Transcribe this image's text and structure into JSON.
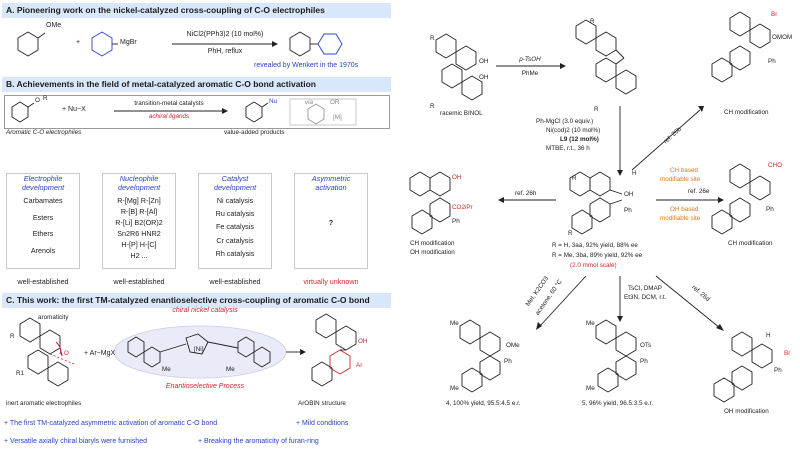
{
  "panels": {
    "a_title": "A. Pioneering work on the nickel-catalyzed cross-coupling of C-O electrophiles",
    "b_title": "B. Achievements in the field of metal-catalyzed aromatic C-O bond activation",
    "c_title": "C. This work: the first TM-catalyzed enantioselective cross-coupling of aromatic C-O bond"
  },
  "panel_a": {
    "ome": "OMe",
    "plus": "+",
    "mgbr": "MgBr",
    "catalyst": "NiCl2(PPh3)2 (10 mol%)",
    "solvent": "PhH, reflux",
    "credit": "revealed by Wenkert in the 1970s"
  },
  "panel_b": {
    "substrate_label": "Aromatic C-O electrophiles",
    "o_r": "O",
    "r_group": "R",
    "plus_nux": "+   Nu−X",
    "tm_cat": "transition-metal catalysts",
    "achiral": "achiral ligands",
    "nu": "Nu",
    "products": "value-added products",
    "via": "via",
    "or": "OR",
    "m": "[M]",
    "columns": [
      {
        "title_1": "Electrophile",
        "title_2": "development",
        "items": [
          "Carbamates",
          "Esters",
          "Ethers",
          "Arenols"
        ],
        "status": "well-established"
      },
      {
        "title_1": "Nucleophile",
        "title_2": "development",
        "items": [
          "R-[Mg]   R-[Zn]",
          "R-[B]     R-[Al]",
          "R-[Li]    B2(OR)2",
          "Sn2R6     HNR2",
          "H-[P]      H-[C]",
          "H2           ..."
        ],
        "status": "well-established"
      },
      {
        "title_1": "Catalyst",
        "title_2": "development",
        "items": [
          "Ni catalysis",
          "Ru catalysis",
          "Fe catalysis",
          "Cr catalysis",
          "Rh catalysis"
        ],
        "status": "well-established"
      },
      {
        "title_1": "Asymmetric",
        "title_2": "activation",
        "items": [
          "?"
        ],
        "status": "virtually unknown"
      }
    ]
  },
  "panel_c": {
    "aromaticity": "aromaticity",
    "r": "R",
    "r1": "R1",
    "o": "O",
    "plus_grignard": "+  Ar−MgX",
    "chiral_ni": "chiral nickel catalysis",
    "ni": "[Ni]",
    "me": "Me",
    "enantio": "Enantioselective Process",
    "inert": "inert aromatic electrophiles",
    "arobin": "ArOBIN structure",
    "oh": "OH",
    "ar": "Ar",
    "bullet_1": "+ The first TM-catalyzed asymmetric activation of  aromatic C-O bond",
    "bullet_2": "+ Mild conditions",
    "bullet_3": "+ Versatile axially chiral biaryls were furnished",
    "bullet_4": "+ Breaking the aromaticity of furan-ring"
  },
  "right": {
    "racemic": "racemic BINOL",
    "ptsoh": "p-TsOH",
    "phme": "PhMe",
    "oh": "OH",
    "r": "R",
    "cond_1": "Ph-MgCl (3.0 equiv.)",
    "cond_2": "Ni(cod)2 (10 mol%)",
    "cond_3": "L9 (12 mol%)",
    "cond_4": "MTBE, r.t., 36 h",
    "ref26b": "ref. 26b",
    "br": "Br",
    "omom": "OMOM",
    "ph": "Ph",
    "ch_mod": "CH modification",
    "ref26e": "ref. 26e",
    "cho": "CHO",
    "ch_based": "CH based",
    "modifiable_site": "modifiable site",
    "oh_based": "OH based",
    "h": "H",
    "ref26h": "ref. 26h",
    "ester": "CO2iPr",
    "ch_oh_mod_1": "CH modification",
    "ch_oh_mod_2": "OH modification",
    "yield_1": "R = H, 3aa, 92% yield, 88% ee",
    "yield_2": "R = Me, 3ba, 89% yield, 92% ee",
    "scale": "(2.0 mmol scale)",
    "meI_1": "MeI, K2CO3",
    "meI_2": "acetone, 60 °C",
    "tscl_1": "TsCl, DMAP",
    "tscl_2": "Et3N, DCM, r.t.",
    "ref26d": "ref. 26d",
    "me": "Me",
    "ome": "OMe",
    "ots": "OTs",
    "product_4": "4, 100% yield, 95.5:4.5 e.r.",
    "product_5": "5, 96% yield, 96.5:3.5 e.r.",
    "oh_mod": "OH modification"
  }
}
